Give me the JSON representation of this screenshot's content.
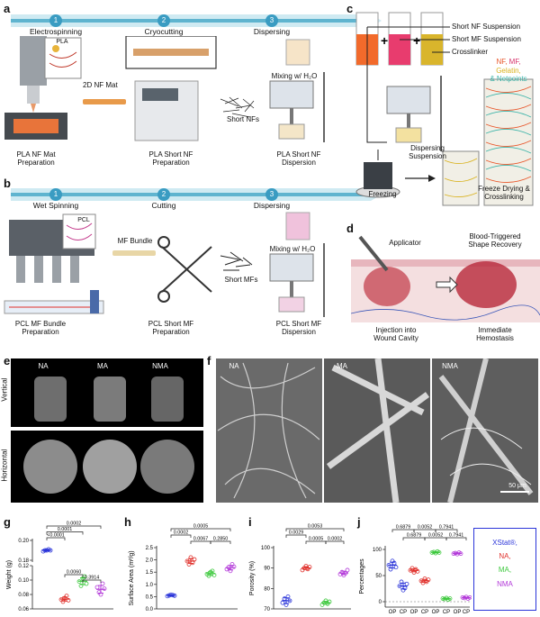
{
  "panels": {
    "a": "a",
    "b": "b",
    "c": "c",
    "d": "d",
    "e": "e",
    "f": "f",
    "g": "g",
    "h": "h",
    "i": "i",
    "j": "j"
  },
  "a": {
    "steps": [
      {
        "num": "1",
        "label": "Electrospinning"
      },
      {
        "num": "2",
        "label": "Cryocutting"
      },
      {
        "num": "3",
        "label": "Dispersing"
      }
    ],
    "pla_tag": "PLA",
    "mat_label": "2D NF Mat",
    "short_nfs": "Short NFs",
    "mixing": "Mixing w/ H₂O",
    "captions": [
      "PLA NF Mat\nPreparation",
      "PLA Short NF\nPreparation",
      "PLA Short NF\nDispersion"
    ]
  },
  "b": {
    "steps": [
      {
        "num": "1",
        "label": "Wet Spinning"
      },
      {
        "num": "2",
        "label": "Cutting"
      },
      {
        "num": "3",
        "label": "Dispersing"
      }
    ],
    "pcl_tag": "PCL",
    "bundle_label": "MF Bundle",
    "short_mfs": "Short MFs",
    "mixing": "Mixing w/ H₂O",
    "captions": [
      "PCL MF Bundle\nPreparation",
      "PCL Short MF\nPreparation",
      "PCL Short MF\nDispersion"
    ]
  },
  "c": {
    "labels": [
      "Short NF Suspension",
      "Short MF Suspension",
      "Crosslinker"
    ],
    "dispersing": "Dispersing\nSuspension",
    "freezing": "Freezing",
    "freeze_drying": "Freeze Drying &\nCrosslinking",
    "legend": [
      {
        "text": "NF,",
        "color": "#e8562a"
      },
      {
        "text": "MF,",
        "color": "#d6336c"
      },
      {
        "text": "Gelatin,",
        "color": "#d9b21e"
      },
      {
        "text": "& Netpoints",
        "color": "#3bb3a8"
      }
    ]
  },
  "d": {
    "applicator": "Applicator",
    "shape": "Blood-Triggered\nShape Recovery",
    "injection": "Injection into\nWound Cavity",
    "hemostasis": "Immediate\nHemostasis"
  },
  "e": {
    "cols": [
      "NA",
      "MA",
      "NMA"
    ],
    "rows": [
      "Vertical",
      "Horizontal"
    ]
  },
  "f": {
    "cols": [
      "NA",
      "MA",
      "NMA"
    ],
    "scale": "50 μm"
  },
  "chart_data": [
    {
      "panel": "g",
      "type": "scatter",
      "ylabel": "Weight (g)",
      "broken_axis": true,
      "ylim_top": [
        0.18,
        0.2
      ],
      "ylim_bottom": [
        0.06,
        0.12
      ],
      "yticks": [
        "0.20",
        "0.18",
        "0.12",
        "0.10",
        "0.08",
        "0.06"
      ],
      "series": [
        {
          "color": "#2b35d9",
          "values": [
            0.189,
            0.19,
            0.19,
            0.191,
            0.19
          ]
        },
        {
          "color": "#e0312c",
          "values": [
            0.073,
            0.07,
            0.075,
            0.078,
            0.072
          ]
        },
        {
          "color": "#3ec93e",
          "values": [
            0.098,
            0.092,
            0.102,
            0.105,
            0.095
          ]
        },
        {
          "color": "#b33ad9",
          "values": [
            0.09,
            0.083,
            0.08,
            0.095,
            0.088
          ]
        }
      ],
      "pvalues": [
        "0.0002",
        "0.0001",
        "<0.0001",
        "0.0060",
        "0.3914"
      ]
    },
    {
      "panel": "h",
      "type": "scatter",
      "ylabel": "Surface Area (m²/g)",
      "ylim": [
        0,
        2.5
      ],
      "yticks": [
        "0.0",
        "0.5",
        "1.0",
        "1.5",
        "2.0",
        "2.5"
      ],
      "series": [
        {
          "color": "#2b35d9",
          "values": [
            0.52,
            0.55,
            0.58,
            0.56,
            0.54
          ]
        },
        {
          "color": "#e0312c",
          "values": [
            1.95,
            1.82,
            2.1,
            1.88,
            2.02
          ]
        },
        {
          "color": "#3ec93e",
          "values": [
            1.42,
            1.35,
            1.5,
            1.55,
            1.38
          ]
        },
        {
          "color": "#b33ad9",
          "values": [
            1.62,
            1.7,
            1.55,
            1.82,
            1.72
          ]
        }
      ],
      "pvalues": [
        "0.0005",
        "0.0002",
        "0.0067",
        "0.2850"
      ]
    },
    {
      "panel": "i",
      "type": "scatter",
      "ylabel": "Porosity (%)",
      "ylim": [
        70,
        100
      ],
      "yticks": [
        "70",
        "80",
        "90",
        "100"
      ],
      "series": [
        {
          "color": "#2b35d9",
          "values": [
            73,
            75,
            72,
            76,
            74
          ]
        },
        {
          "color": "#e0312c",
          "values": [
            89,
            90,
            91,
            89.5,
            90.5
          ]
        },
        {
          "color": "#3ec93e",
          "values": [
            72,
            73,
            74,
            72.5,
            73.5
          ]
        },
        {
          "color": "#b33ad9",
          "values": [
            87,
            88,
            86.5,
            87.5,
            89
          ]
        }
      ],
      "pvalues": [
        "0.0053",
        "0.0029",
        "0.0005",
        "0.0002"
      ]
    },
    {
      "panel": "j",
      "type": "scatter",
      "ylabel": "Percentages",
      "ylim": [
        0,
        100
      ],
      "yticks": [
        "0",
        "50",
        "100"
      ],
      "categories": [
        "OP",
        "CP",
        "OP",
        "CP",
        "OP",
        "CP",
        "OP",
        "CP"
      ],
      "series": [
        {
          "name": "XStat®,",
          "color": "#2b35d9",
          "OP": [
            70,
            62,
            78,
            74,
            66
          ],
          "CP": [
            30,
            38,
            22,
            26,
            34
          ]
        },
        {
          "name": "NA,",
          "color": "#e0312c",
          "OP": [
            60,
            64,
            56,
            62,
            58
          ],
          "CP": [
            40,
            36,
            44,
            38,
            42
          ]
        },
        {
          "name": "MA,",
          "color": "#3ec93e",
          "OP": [
            94,
            95,
            93,
            96,
            94
          ],
          "CP": [
            6,
            5,
            7,
            4,
            6
          ]
        },
        {
          "name": "NMA",
          "color": "#b33ad9",
          "OP": [
            92,
            93,
            91,
            94,
            92
          ],
          "CP": [
            8,
            7,
            9,
            6,
            8
          ]
        }
      ],
      "pvalues": [
        "0.6879",
        "0.0052",
        "0.7941",
        "0.6879",
        "0.0052",
        "0.7941"
      ]
    }
  ]
}
